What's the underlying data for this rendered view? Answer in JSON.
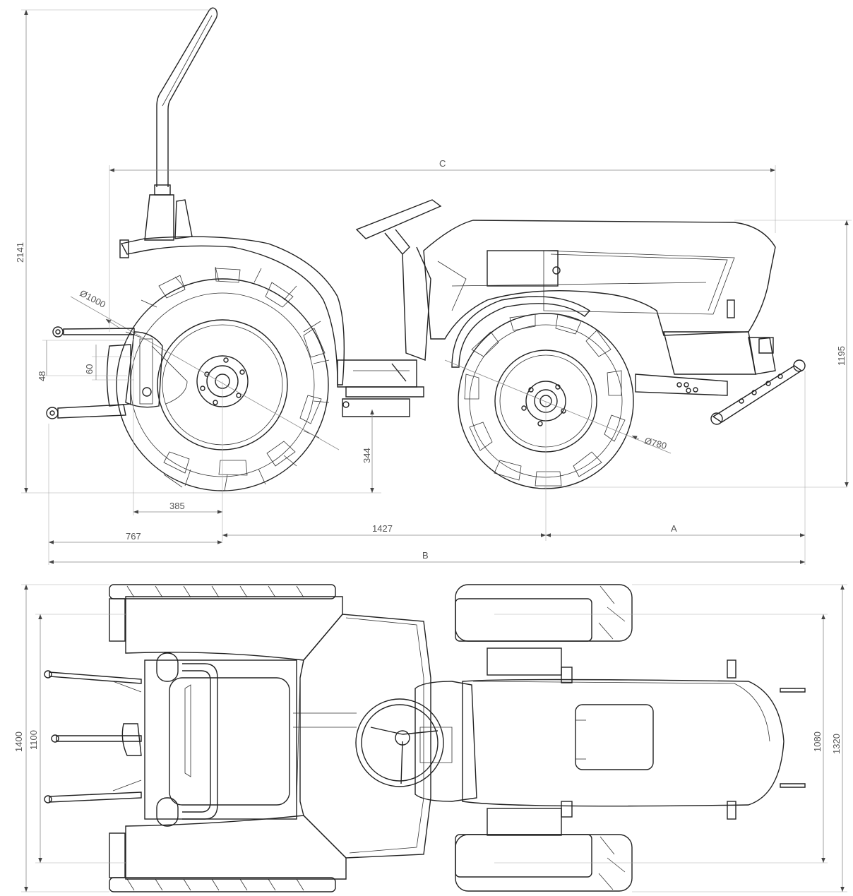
{
  "side_view": {
    "overall_height": "2141",
    "length_c": "C",
    "hood_height": "1195",
    "rear_wheel_diameter": "Ø1000",
    "front_wheel_diameter": "Ø780",
    "hitch_offset_48": "48",
    "hitch_offset_60": "60",
    "ground_clearance": "344",
    "rear_hitch_offset": "385",
    "rear_overhang": "767",
    "wheelbase": "1427",
    "front_overhang_a": "A",
    "overall_length_b": "B"
  },
  "top_view": {
    "overall_width": "1400",
    "rear_track": "1100",
    "front_track": "1080",
    "front_width": "1320"
  },
  "colors": {
    "line": "#222222",
    "dimension": "#888888",
    "text": "#555555"
  }
}
